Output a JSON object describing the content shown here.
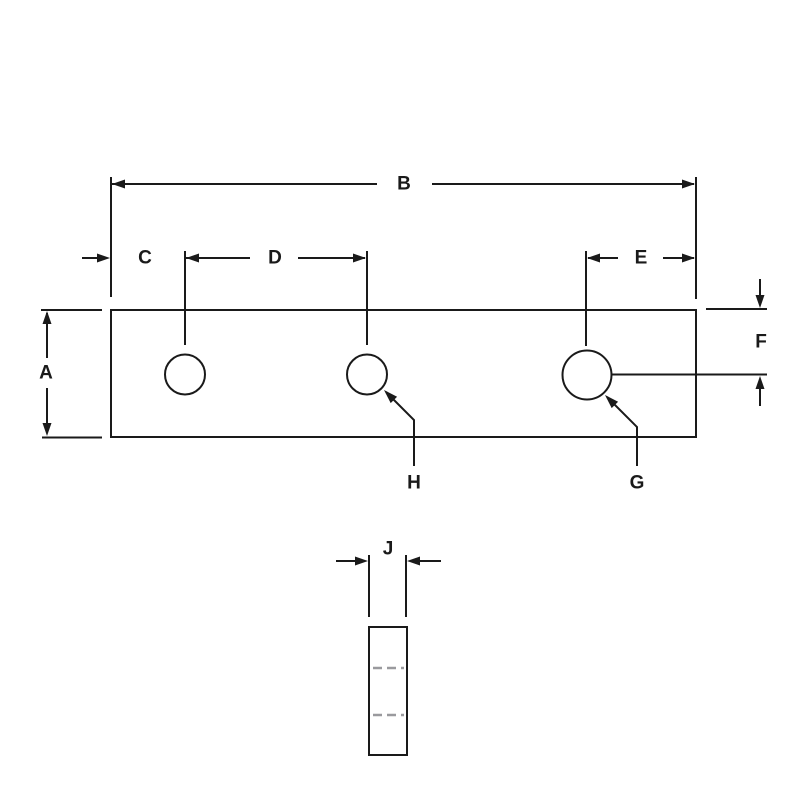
{
  "drawing": {
    "background": "#ffffff",
    "line_color": "#1a1a1a",
    "hidden_line_color": "#9a9a9e",
    "labels": {
      "A": "A",
      "B": "B",
      "C": "C",
      "D": "D",
      "E": "E",
      "F": "F",
      "G": "G",
      "H": "H",
      "J": "J"
    }
  }
}
